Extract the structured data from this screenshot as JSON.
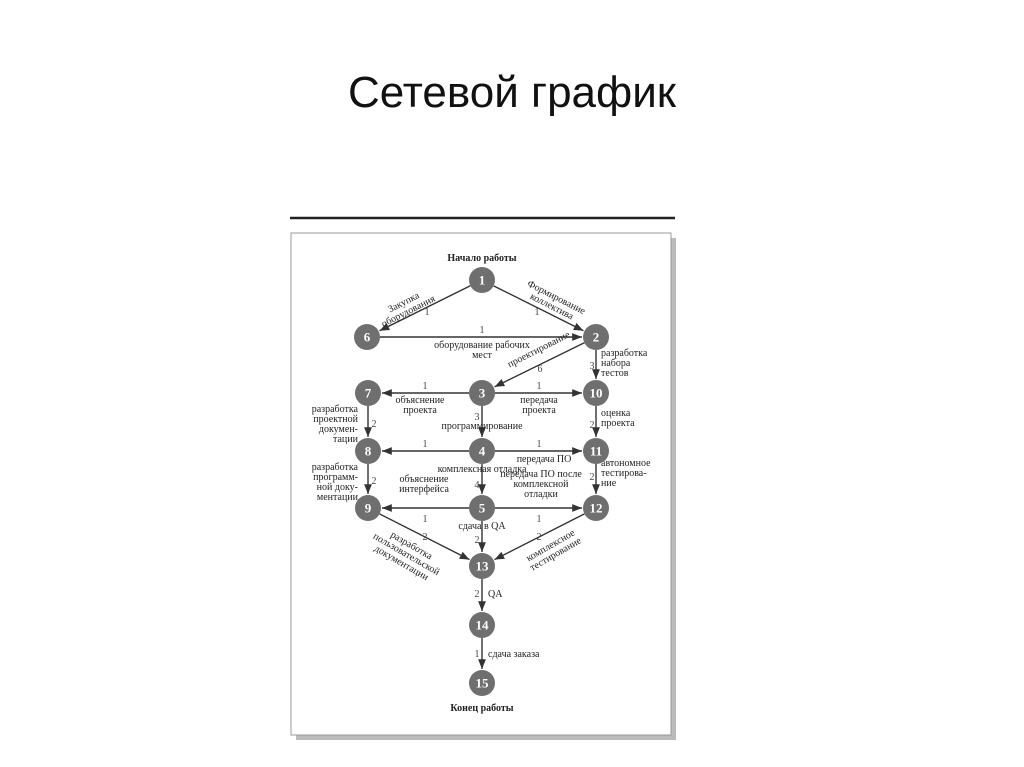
{
  "slide": {
    "title": "Сетевой график"
  },
  "diagram": {
    "start_label": "Начало работы",
    "end_label": "Конец работы",
    "node_color": "#6f6f6f",
    "nodes": [
      "1",
      "2",
      "3",
      "4",
      "5",
      "6",
      "7",
      "8",
      "9",
      "10",
      "11",
      "12",
      "13",
      "14",
      "15"
    ],
    "edges": [
      {
        "from": "1",
        "to": "6",
        "duration": "1",
        "label": [
          "Закупка",
          "оборудования"
        ]
      },
      {
        "from": "1",
        "to": "2",
        "duration": "1",
        "label": [
          "Формирование",
          "коллектива"
        ]
      },
      {
        "from": "6",
        "to": "2",
        "duration": "1",
        "label": [
          "оборудование рабочих",
          "мест"
        ]
      },
      {
        "from": "2",
        "to": "3",
        "duration": "6",
        "label": [
          "проектирование"
        ]
      },
      {
        "from": "2",
        "to": "10",
        "duration": "3",
        "label": [
          "разработка",
          "набора",
          "тестов"
        ]
      },
      {
        "from": "3",
        "to": "7",
        "duration": "1",
        "label": [
          "объяснение",
          "проекта"
        ]
      },
      {
        "from": "3",
        "to": "10",
        "duration": "1",
        "label": [
          "передача",
          "проекта"
        ]
      },
      {
        "from": "3",
        "to": "4",
        "duration": "3",
        "label": [
          "программирование"
        ]
      },
      {
        "from": "7",
        "to": "8",
        "duration": "2",
        "label": [
          "разработка",
          "проектной",
          "докумен-",
          "тации"
        ]
      },
      {
        "from": "10",
        "to": "11",
        "duration": "2",
        "label": [
          "оценка",
          "проекта"
        ]
      },
      {
        "from": "4",
        "to": "8",
        "duration": "1",
        "label": []
      },
      {
        "from": "4",
        "to": "11",
        "duration": "1",
        "label": [
          "передача ПО"
        ]
      },
      {
        "from": "4",
        "to": "5",
        "duration": "4",
        "label": [
          "комплексная  отладка"
        ]
      },
      {
        "from": "8",
        "to": "9",
        "duration": "2",
        "label": [
          "разработка",
          "программ-",
          "ной доку-",
          "ментации"
        ]
      },
      {
        "from": "11",
        "to": "12",
        "duration": "2",
        "label": [
          "автономное",
          "тестирова-",
          "ние"
        ]
      },
      {
        "from": "5",
        "to": "9",
        "duration": "1",
        "label": [
          "объяснение",
          "интерфейса"
        ]
      },
      {
        "from": "5",
        "to": "12",
        "duration": "1",
        "label": [
          "передача ПО после",
          "комплексной",
          "отладки"
        ]
      },
      {
        "from": "5",
        "to": "13",
        "duration": "2",
        "label": [
          "сдача  в QA"
        ]
      },
      {
        "from": "9",
        "to": "13",
        "duration": "2",
        "label": [
          "разработка",
          "пользовательской",
          "документации"
        ]
      },
      {
        "from": "12",
        "to": "13",
        "duration": "2",
        "label": [
          "комплексное",
          "тестирование"
        ]
      },
      {
        "from": "13",
        "to": "14",
        "duration": "2",
        "label": [
          "QA"
        ]
      },
      {
        "from": "14",
        "to": "15",
        "duration": "1",
        "label": [
          "сдача заказа"
        ]
      }
    ]
  }
}
